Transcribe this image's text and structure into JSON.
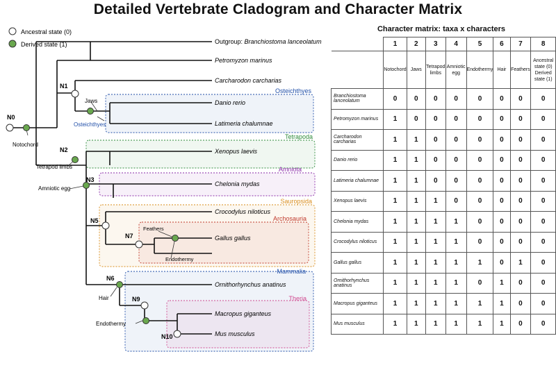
{
  "title": "Detailed Vertebrate Cladogram and Character Matrix",
  "legend": {
    "ancestral": "Ancestral state (0)",
    "derived": "Derived state (1)",
    "ancestral_color": "#ffffff",
    "derived_color": "#6aa84f"
  },
  "taxa": {
    "outgroup_prefix": "Outgroup: ",
    "outgroup": "Branchiostoma lanceolatum",
    "petromyzon": "Petromyzon marinus",
    "carcharodon": "Carcharodon carcharias",
    "danio": "Danio rerio",
    "latimeria": "Latimeria chalumnae",
    "xenopus": "Xenopus laevis",
    "chelonia": "Chelonia mydas",
    "crocodylus": "Crocodylus niloticus",
    "gallus": "Gallus gallus",
    "ornithorhynchus": "Ornithorhynchus anatinus",
    "macropus": "Macropus giganteus",
    "mus": "Mus musculus"
  },
  "nodes": {
    "n0": "N0",
    "n1": "N1",
    "n2": "N2",
    "n3": "N3",
    "n5": "N5",
    "n6": "N6",
    "n7": "N7",
    "n9": "N9",
    "n10": "N10"
  },
  "traits": {
    "notochord": "Notochord",
    "jaws": "Jaws",
    "osteichthyes": "Osteichthyes",
    "tetrapod_limbs": "Tetrapod limbs",
    "amniotic_egg": "Amniotic egg",
    "feathers": "Feathers",
    "endothermy_bird": "Endothermy",
    "hair": "Hair",
    "endothermy_mammal": "Endothermy"
  },
  "clades": {
    "osteichthyes": {
      "label": "Osteichthyes",
      "color": "#1f4ea8"
    },
    "tetrapoda": {
      "label": "Tetrapoda",
      "color": "#2e8b3a"
    },
    "amniota": {
      "label": "Amniota",
      "color": "#8a2aa8"
    },
    "sauropsida": {
      "label": "Sauropsida",
      "color": "#d98c1a"
    },
    "archosauria": {
      "label": "Archosauria",
      "color": "#c0392b"
    },
    "mammalia": {
      "label": "Mammalia",
      "color": "#1f4ea8"
    },
    "theria": {
      "label": "Theria",
      "color": "#d0488f"
    }
  },
  "matrix": {
    "caption": "Character matrix: taxa x characters",
    "numbers": [
      "1",
      "2",
      "3",
      "4",
      "5",
      "6",
      "7",
      "8"
    ],
    "characters": [
      "Notochord",
      "Jaws",
      "Tetrapod limbs",
      "Amniotic egg",
      "Endothermy",
      "Hair",
      "Feathers",
      "Ancestral state (0) Derived state (1)"
    ],
    "rows": [
      {
        "taxon": "Branchiostoma lanceolatum",
        "values": [
          "0",
          "0",
          "0",
          "0",
          "0",
          "0",
          "0",
          "0"
        ]
      },
      {
        "taxon": "Petromyzon marinus",
        "values": [
          "1",
          "0",
          "0",
          "0",
          "0",
          "0",
          "0",
          "0"
        ]
      },
      {
        "taxon": "Carcharodon carcharias",
        "values": [
          "1",
          "1",
          "0",
          "0",
          "0",
          "0",
          "0",
          "0"
        ]
      },
      {
        "taxon": "Danio rerio",
        "values": [
          "1",
          "1",
          "0",
          "0",
          "0",
          "0",
          "0",
          "0"
        ]
      },
      {
        "taxon": "Latimeria chalumnae",
        "values": [
          "1",
          "1",
          "0",
          "0",
          "0",
          "0",
          "0",
          "0"
        ]
      },
      {
        "taxon": "Xenopus laevis",
        "values": [
          "1",
          "1",
          "1",
          "0",
          "0",
          "0",
          "0",
          "0"
        ]
      },
      {
        "taxon": "Chelonia mydas",
        "values": [
          "1",
          "1",
          "1",
          "1",
          "0",
          "0",
          "0",
          "0"
        ]
      },
      {
        "taxon": "Crocodylus niloticus",
        "values": [
          "1",
          "1",
          "1",
          "1",
          "0",
          "0",
          "0",
          "0"
        ]
      },
      {
        "taxon": "Gallus gallus",
        "values": [
          "1",
          "1",
          "1",
          "1",
          "1",
          "0",
          "1",
          "0"
        ]
      },
      {
        "taxon": "Ornithorhynchus anatinus",
        "values": [
          "1",
          "1",
          "1",
          "1",
          "0",
          "1",
          "0",
          "0"
        ]
      },
      {
        "taxon": "Macropus giganteus",
        "values": [
          "1",
          "1",
          "1",
          "1",
          "1",
          "1",
          "0",
          "0"
        ]
      },
      {
        "taxon": "Mus musculus",
        "values": [
          "1",
          "1",
          "1",
          "1",
          "1",
          "1",
          "0",
          "0"
        ]
      }
    ]
  }
}
